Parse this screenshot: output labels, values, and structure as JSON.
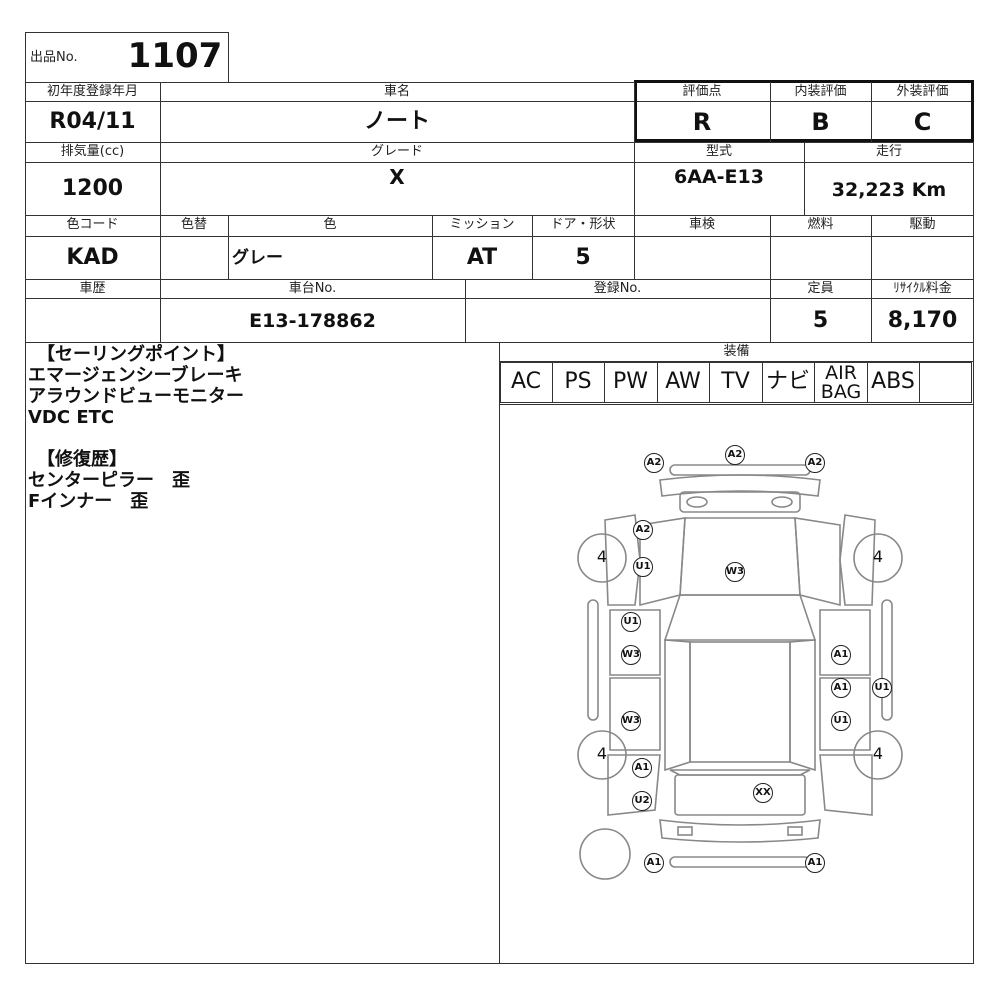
{
  "header": {
    "lot_label": "出品No.",
    "lot_number": "1107"
  },
  "row1": {
    "first_reg_label": "初年度登録年月",
    "first_reg_value": "R04/11",
    "car_name_label": "車名",
    "car_name_value": "ノート",
    "score_label": "評価点",
    "score_value": "R",
    "interior_label": "内装評価",
    "interior_value": "B",
    "exterior_label": "外装評価",
    "exterior_value": "C"
  },
  "row2": {
    "displacement_label": "排気量(cc)",
    "displacement_value": "1200",
    "grade_label": "グレード",
    "grade_value": "X",
    "model_label": "型式",
    "model_value": "6AA-E13",
    "mileage_label": "走行",
    "mileage_value": "32,223 Km"
  },
  "row3": {
    "color_code_label": "色コード",
    "color_code_value": "KAD",
    "color_change_label": "色替",
    "color_change_value": "",
    "color_label": "色",
    "color_value": "グレー",
    "mission_label": "ミッション",
    "mission_value": "AT",
    "door_label": "ドア・形状",
    "door_value": "5",
    "inspection_label": "車検",
    "inspection_value": "",
    "fuel_label": "燃料",
    "fuel_value": "",
    "drive_label": "駆動",
    "drive_value": ""
  },
  "row4": {
    "history_label": "車歴",
    "history_value": "",
    "chassis_label": "車台No.",
    "chassis_value": "E13-178862",
    "reg_no_label": "登録No.",
    "reg_no_value": "",
    "capacity_label": "定員",
    "capacity_value": "5",
    "recycle_label": "ﾘｻｲｸﾙ料金",
    "recycle_value": "8,170"
  },
  "notes": {
    "selling_header": "　【セーリングポイント】",
    "selling_lines": [
      "エマージェンシーブレーキ",
      "アラウンドビューモニター",
      "VDC ETC"
    ],
    "repair_header": "　【修復歴】",
    "repair_lines": [
      "センターピラー　歪",
      "Fインナー　歪"
    ]
  },
  "equipment": {
    "label": "装備",
    "items": [
      "AC",
      "PS",
      "PW",
      "AW",
      "TV",
      "ナビ",
      "AIR BAG",
      "ABS",
      ""
    ]
  },
  "diagram": {
    "tire_fl": "4",
    "tire_fr": "4",
    "tire_rl": "4",
    "tire_rr": "4",
    "marks": {
      "front_bumper_left": "A2",
      "front_bumper_center": "A2",
      "front_bumper_right": "A2",
      "left_front_fender": "A2",
      "left_front_fender_2": "U1",
      "hood": "W3",
      "left_front_door_1": "U1",
      "left_front_door_2": "W3",
      "left_rear_door": "W3",
      "left_rear_fender": "A1",
      "left_rear_fender_2": "U2",
      "right_front_door": "A1",
      "right_rear_door_1": "A1",
      "right_rear_door_2": "U1",
      "right_rocker": "U1",
      "rear_hatch": "XX",
      "rear_bumper_left": "A1",
      "rear_bumper_right": "A1"
    }
  }
}
